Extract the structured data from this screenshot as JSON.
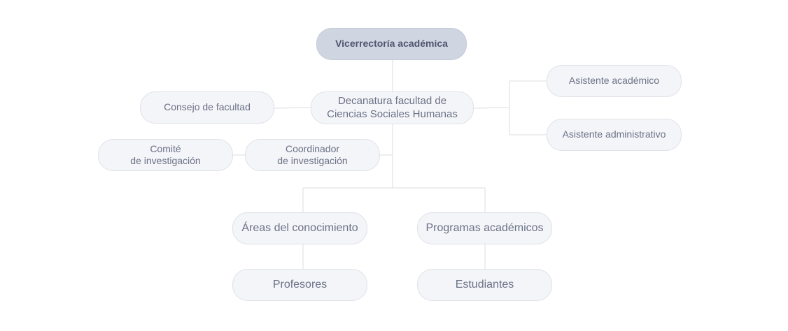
{
  "diagram": {
    "nodes": {
      "vicerrectoria": "Vicerrectoría académica",
      "decanatura_line1": "Decanatura facultad de",
      "decanatura_line2": "Ciencias Sociales Humanas",
      "consejo": "Consejo de facultad",
      "asistente_academico": "Asistente académico",
      "asistente_administrativo": "Asistente administrativo",
      "comite_line1": "Comité",
      "comite_line2": "de investigación",
      "coordinador_line1": "Coordinador",
      "coordinador_line2": "de investigación",
      "areas": "Áreas del conocimiento",
      "programas": "Programas académicos",
      "profesores": "Profesores",
      "estudiantes": "Estudiantes"
    },
    "colors": {
      "top_node_fill": "#cfd5e1",
      "node_fill": "#f4f5f8",
      "node_border": "#dfe1e7",
      "text": "#6b7287",
      "connector": "#dcdde2"
    }
  }
}
